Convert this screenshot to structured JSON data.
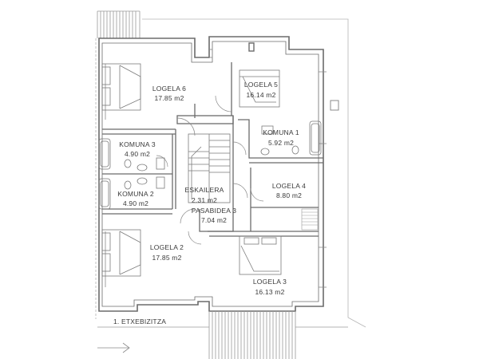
{
  "plan": {
    "caption": "1. ETXEBIZITZA",
    "colors": {
      "line": "#6b6b6b",
      "light": "#b5b5b5",
      "text": "#3a3a3a"
    },
    "rooms": [
      {
        "name": "LOGELA 6",
        "area": "17.85 m2"
      },
      {
        "name": "LOGELA 5",
        "area": "16.14 m2"
      },
      {
        "name": "KOMUNA 1",
        "area": "5.92 m2"
      },
      {
        "name": "KOMUNA 3",
        "area": "4.90 m2"
      },
      {
        "name": "ESKAILERA",
        "area": "2.31 m2"
      },
      {
        "name": "LOGELA 4",
        "area": "8.80 m2"
      },
      {
        "name": "KOMUNA 2",
        "area": "4.90 m2"
      },
      {
        "name": "PASABIDEA 3",
        "area": "7.04 m2"
      },
      {
        "name": "LOGELA 2",
        "area": "17.85 m2"
      },
      {
        "name": "LOGELA 3",
        "area": "16.13 m2"
      }
    ]
  }
}
